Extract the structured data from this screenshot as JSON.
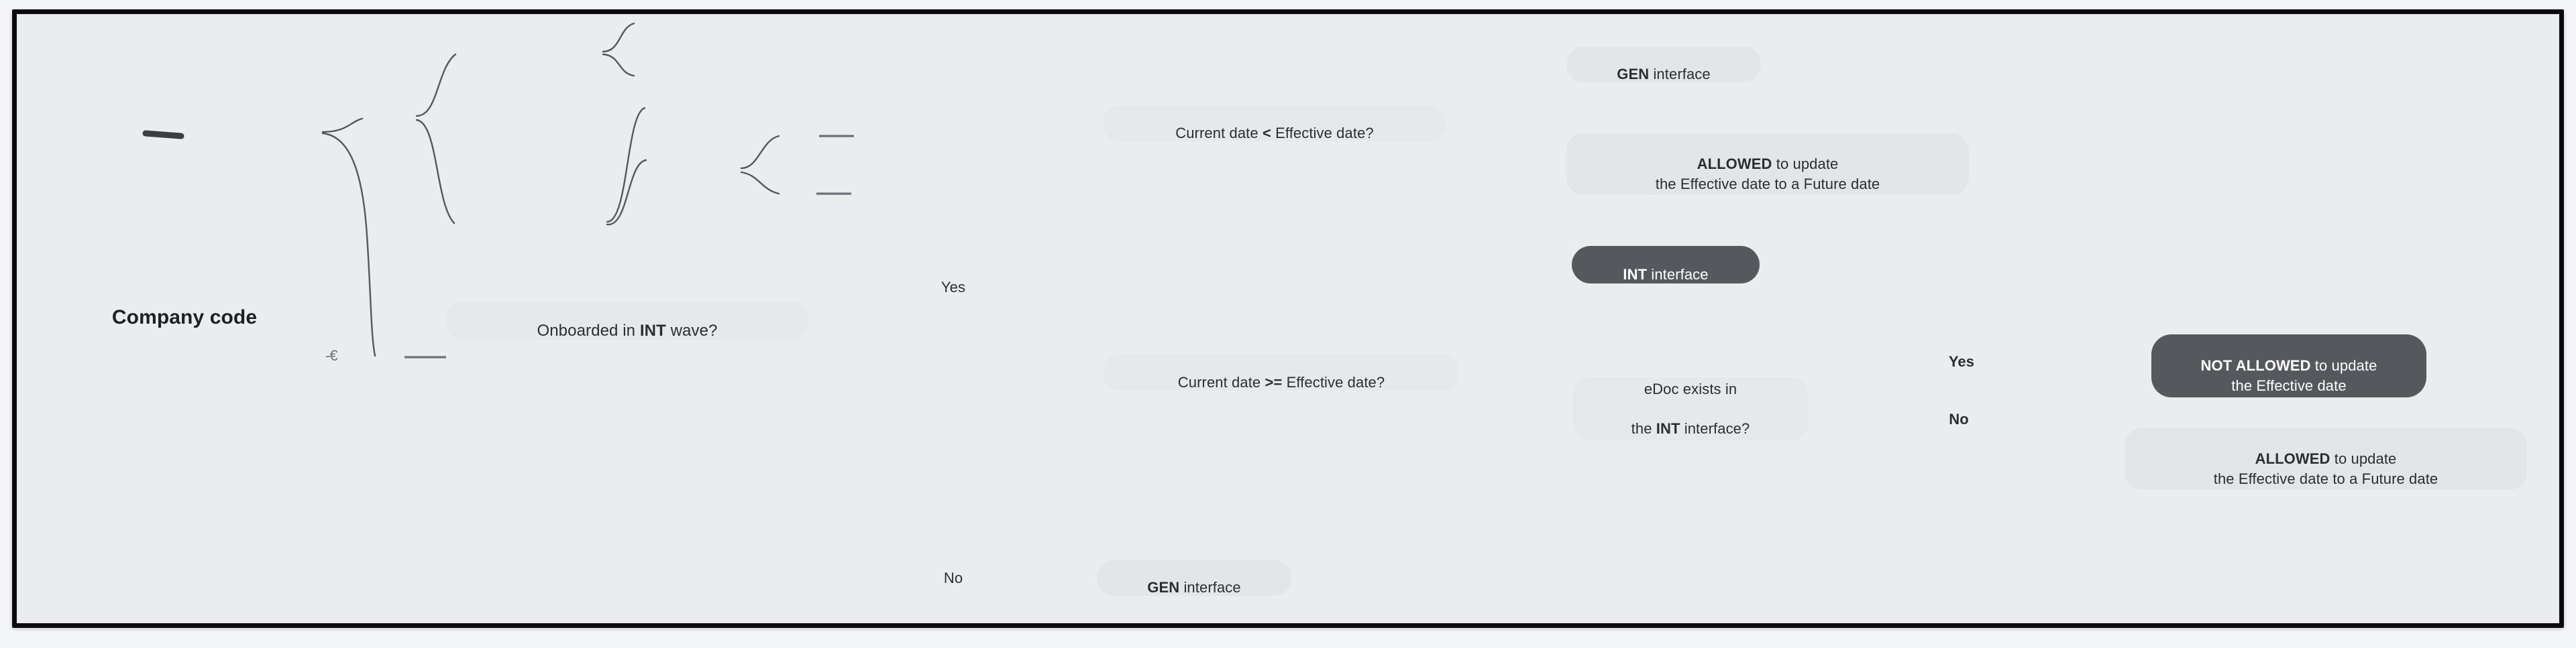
{
  "diagram": {
    "title_node": "Company code",
    "root_badge": "-€",
    "nodes": {
      "root": "Company code",
      "q_onboarded_pre": "Onboarded in ",
      "q_onboarded_bold": "INT",
      "q_onboarded_post": " wave?",
      "branch_yes": "Yes",
      "branch_no": "No",
      "q_lt_pre": "Current date ",
      "q_lt_bold": "<",
      "q_lt_post": " Effective date?",
      "q_ge_pre": "Current date ",
      "q_ge_bold": ">=",
      "q_ge_post": " Effective date?",
      "gen_interface_bold": "GEN",
      "gen_interface_post": " interface",
      "int_interface_bold": "INT",
      "int_interface_post": " interface",
      "allowed_bold": "ALLOWED",
      "allowed_post": " to update",
      "allowed_line2": "the Effective date to a Future date",
      "edoc_line1": "eDoc exists in",
      "edoc_line2_pre": "the ",
      "edoc_line2_bold": "INT",
      "edoc_line2_post": " interface?",
      "sub_yes": "Yes",
      "sub_no": "No",
      "not_allowed_bold": "NOT ALLOWED",
      "not_allowed_post": " to update",
      "not_allowed_line2": "the Effective date",
      "gen_bottom_bold": "GEN",
      "gen_bottom_post": " interface"
    },
    "colors": {
      "canvas": "#eaecee",
      "frame_border": "#0b0b0d",
      "pill_light": "#e3e5e8",
      "pill_dark": "#55585d",
      "text_dark": "#2b2d31",
      "text_light": "#ffffff",
      "connector": "#55585e"
    }
  }
}
